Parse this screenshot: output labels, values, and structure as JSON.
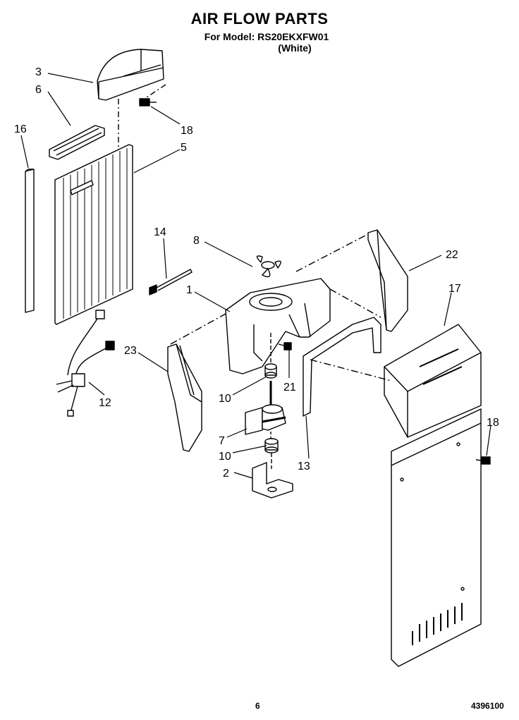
{
  "header": {
    "title": "AIR FLOW PARTS",
    "model_line": "For Model: RS20EKXFW01",
    "color_line": "(White)"
  },
  "callouts": [
    "3",
    "6",
    "18",
    "16",
    "5",
    "14",
    "8",
    "22",
    "1",
    "17",
    "23",
    "21",
    "10",
    "12",
    "7",
    "10",
    "13",
    "18",
    "2"
  ],
  "footer": {
    "page_number": "6",
    "doc_number": "4396100"
  }
}
